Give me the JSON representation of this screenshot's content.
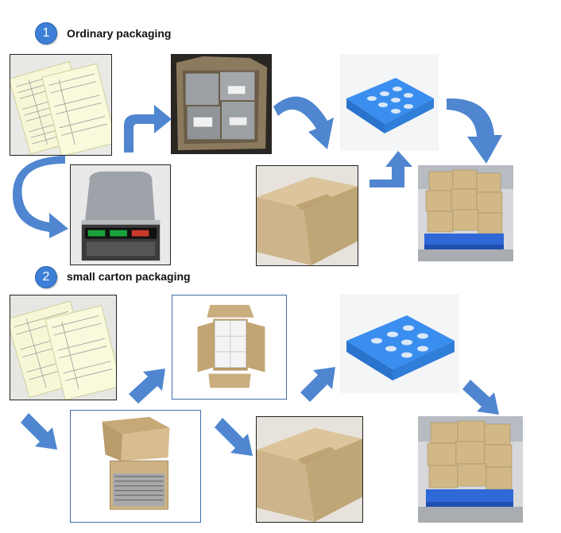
{
  "sections": [
    {
      "number": "1",
      "title": "Ordinary packaging"
    },
    {
      "number": "2",
      "title": "small carton packaging"
    }
  ],
  "colors": {
    "arrow": "#4f86cf",
    "badge": "#3d7fd6",
    "pallet": "#3a8ef0",
    "carton": "#cdb48a"
  },
  "icons": [
    "arrow-icon",
    "step-badge-icon"
  ]
}
